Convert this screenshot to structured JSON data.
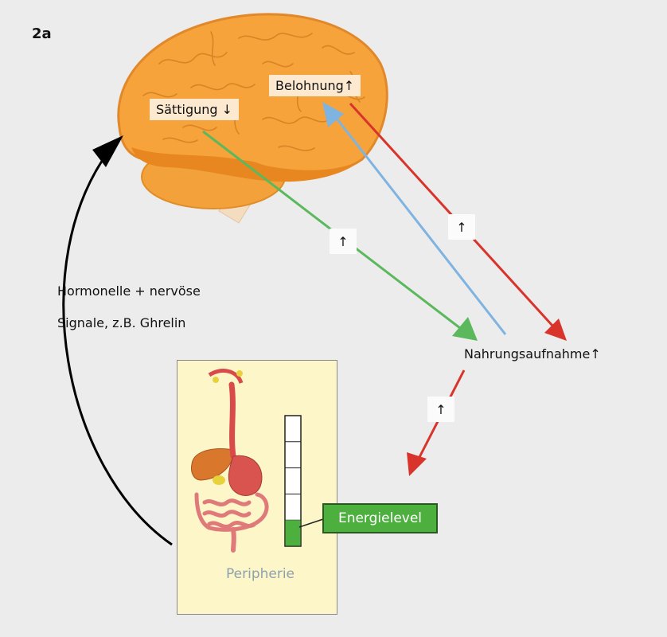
{
  "figure_label": "2a",
  "labels": {
    "saettigung": "Sättigung ↓",
    "belohnung": "Belohnung↑",
    "signals_line1": "Hormonelle + nervöse",
    "signals_line2": "Signale, z.B. Ghrelin",
    "nahrungsaufnahme": "Nahrungsaufnahme↑",
    "peripherie": "Peripherie",
    "energielevel": "Energielevel"
  },
  "arrow_markers": {
    "green": "↑",
    "red_top": "↑",
    "red_low": "↑"
  },
  "energy_meter": {
    "segments": 5,
    "filled_segments": 1
  },
  "colors": {
    "background": "#ececec",
    "brain": "#f6a33c",
    "green_arrow": "#5cb85c",
    "blue_arrow": "#7fb3e0",
    "red_arrow": "#d9342b",
    "black_arrow": "#000000",
    "panel": "#fdf6c9",
    "energy_fill": "#4caf3e"
  },
  "icons": [
    "brain-illustration",
    "digestive-system-illustration"
  ]
}
